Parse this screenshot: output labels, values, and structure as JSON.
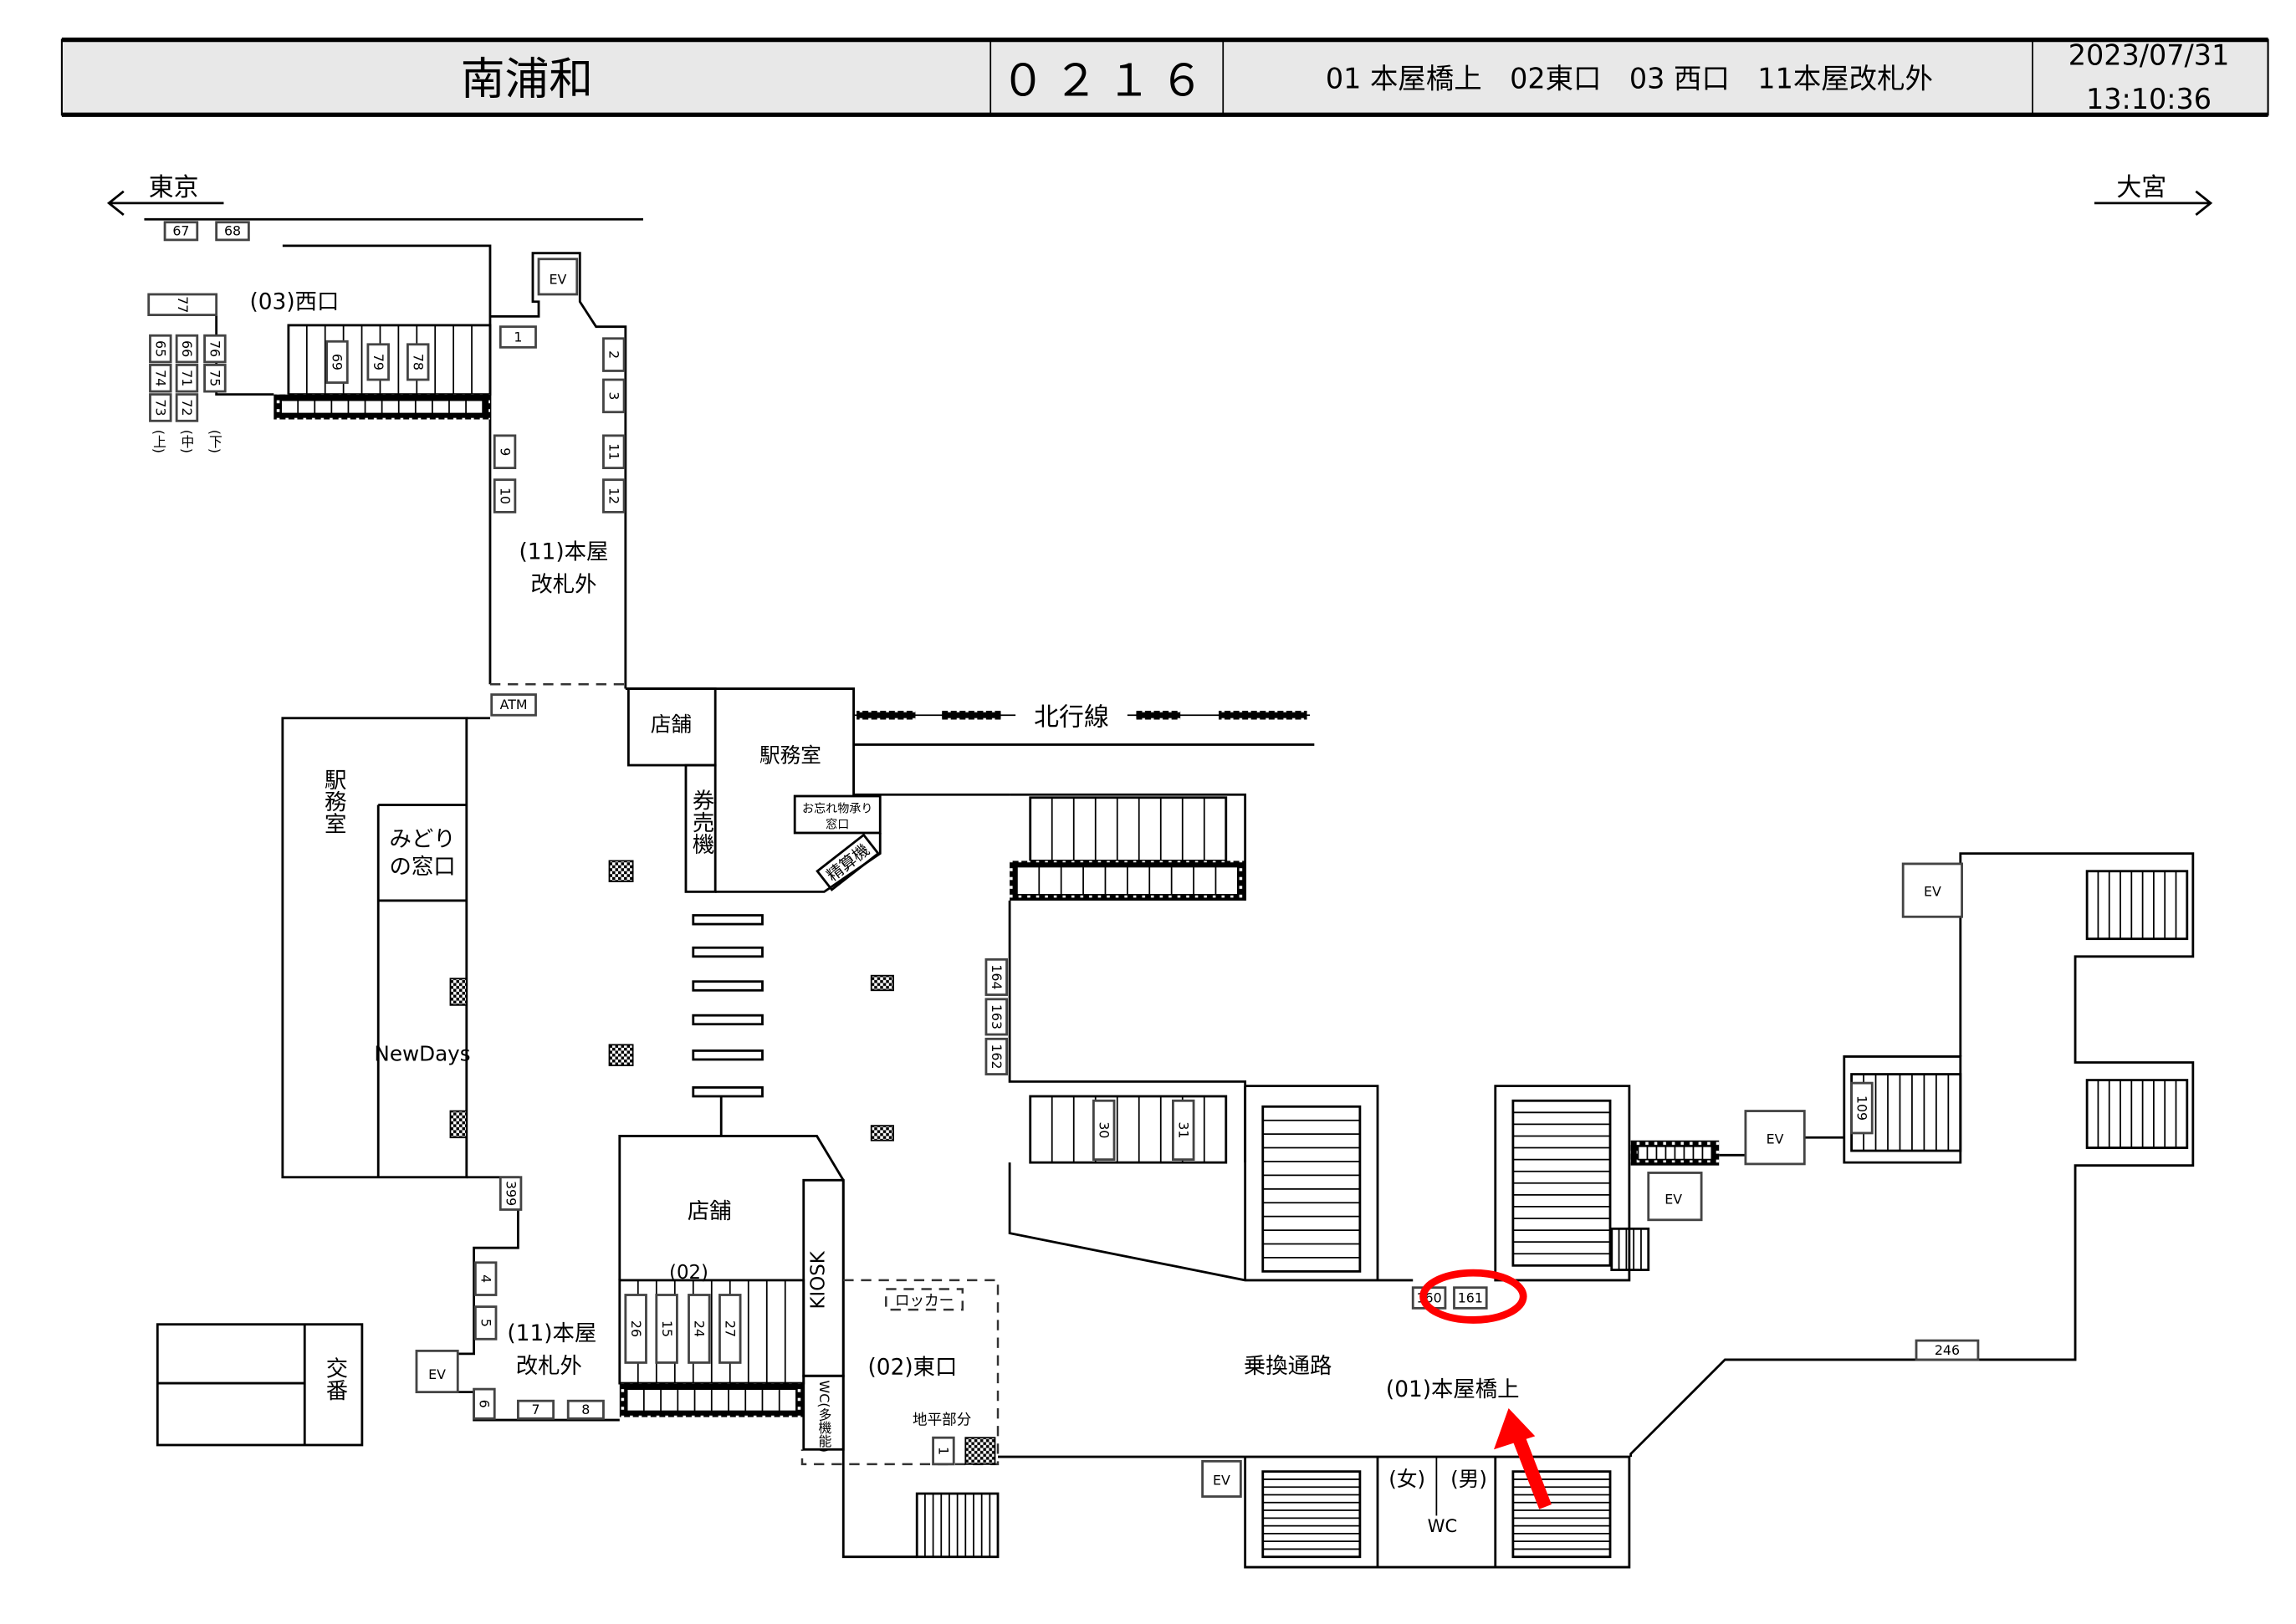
{
  "header": {
    "station": "南浦和",
    "code": "０２１６",
    "exits": "01 本屋橋上　02東口　03 西口　11本屋改札外",
    "date": "2023/07/31",
    "time": "13:10:36"
  },
  "directions": {
    "left": "東京",
    "right": "大宮"
  },
  "areas": {
    "west_exit": "(03)西口",
    "honya_outside_top_1": "(11)本屋",
    "honya_outside_top_2": "改札外",
    "shop_top": "店舗",
    "station_office_center": "駅務室",
    "northbound_line": "北行線",
    "ticket_machine": "券売機",
    "lost_found_1": "お忘れ物承り",
    "lost_found_2": "窓口",
    "fare_adjust": "精算機",
    "station_office_left": "駅務室",
    "midori_1": "みどり",
    "midori_2": "の窓口",
    "newdays": "NewDays",
    "shop_bottom": "店舗",
    "exit02_short": "(02)",
    "kiosk": "KIOSK",
    "wc_multi": "WC(多機能)",
    "east_exit": "(02)東口",
    "locker": "ロッカー",
    "ground_level": "地平部分",
    "honya_outside_bottom_1": "(11)本屋",
    "honya_outside_bottom_2": "改札外",
    "police_box": "交番",
    "transfer_passage": "乗換通路",
    "honya_bridge": "(01)本屋橋上",
    "wc_female": "(女)",
    "wc_male": "(男)",
    "wc": "WC",
    "ev": "EV",
    "car_up": "(上)",
    "car_mid": "(中)",
    "car_down": "(下)"
  },
  "nums": {
    "b67": "67",
    "b68": "68",
    "b77": "77",
    "b65": "65",
    "b66": "66",
    "b76": "76",
    "b74": "74",
    "b71": "71",
    "b75": "75",
    "b73": "73",
    "b72": "72",
    "b69": "69",
    "b79": "79",
    "b78": "78",
    "b1": "1",
    "b2": "2",
    "b3": "3",
    "b9": "9",
    "b10": "10",
    "b11": "11",
    "b12": "12",
    "atm": "ATM",
    "b399": "399",
    "b4": "4",
    "b5": "5",
    "b6": "6",
    "b7": "7",
    "b8": "8",
    "b26": "26",
    "b15": "15",
    "b24": "24",
    "b27": "27",
    "b1e": "1",
    "b164": "164",
    "b163": "163",
    "b162": "162",
    "b30": "30",
    "b31": "31",
    "b160": "160",
    "b161": "161",
    "b109": "109",
    "b246": "246"
  },
  "colors": {
    "highlight": "#ff0000",
    "header_bg": "#e8e8e8"
  }
}
